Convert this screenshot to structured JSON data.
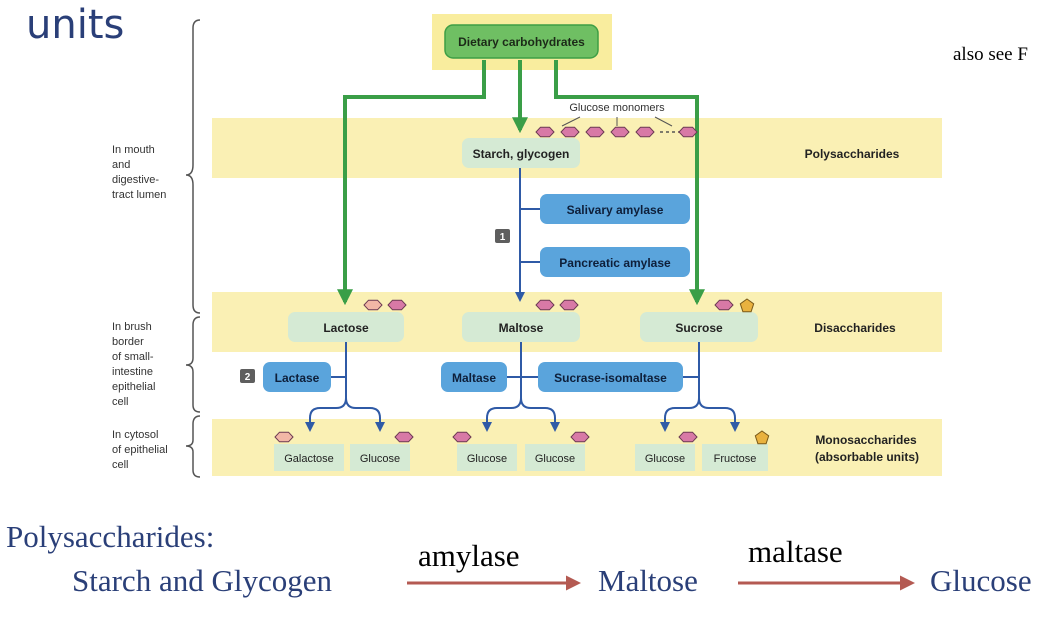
{
  "slide": {
    "heading": "units",
    "side_note": "also see F",
    "summary": {
      "label": "Polysaccharides:",
      "substrate": "Starch and Glycogen",
      "enzyme_1": "amylase",
      "intermediate": "Maltose",
      "enzyme_2": "maltase",
      "product": "Glucose"
    }
  },
  "diagram": {
    "top_box": "Dietary carbohydrates",
    "glucose_monomers": "Glucose monomers",
    "starch_box": "Starch, glycogen",
    "step_1": "1",
    "step_2": "2",
    "enzymes": {
      "salivary_amylase": "Salivary amylase",
      "pancreatic_amylase": "Pancreatic amylase",
      "lactase": "Lactase",
      "maltase": "Maltase",
      "sucrase_isomaltase": "Sucrase-isomaltase"
    },
    "disaccharides": {
      "lactose": "Lactose",
      "maltose": "Maltose",
      "sucrose": "Sucrose"
    },
    "monosaccharides": [
      "Galactose",
      "Glucose",
      "Glucose",
      "Glucose",
      "Glucose",
      "Fructose"
    ],
    "band_labels": {
      "polysaccharides": "Polysaccharides",
      "disaccharides": "Disaccharides",
      "monosaccharides_1": "Monosaccharides",
      "monosaccharides_2": "(absorbable units)"
    },
    "region_labels": {
      "mouth": [
        "In mouth",
        "and",
        "digestive-",
        "tract lumen"
      ],
      "brush_border": [
        "In brush",
        "border",
        "of small-",
        "intestine",
        "epithelial",
        "cell"
      ],
      "cytosol": [
        "In cytosol",
        "of epithelial",
        "cell"
      ]
    },
    "colors": {
      "band": "#faf0b4",
      "top_band": "#f9ed9e",
      "green_box": "#6fbf63",
      "green_box_border": "#3e9e45",
      "green_arrow": "#3a9e47",
      "blue_box": "#5aa4dc",
      "blue_line": "#2f5aa6",
      "sugar_box": "#d5ead4",
      "glucose_hex": "#d879a6",
      "galactose_hex": "#f2b7a6",
      "fructose_pent": "#e9b23f",
      "summary_arrow": "#b45a52",
      "slide_text": "#2a3f78"
    }
  }
}
